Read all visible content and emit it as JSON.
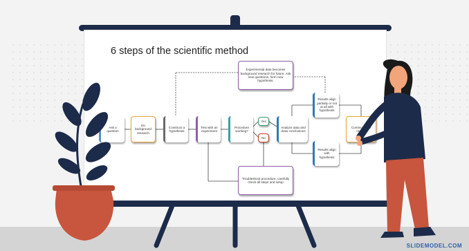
{
  "slide": {
    "title": "6 steps of the scientific method",
    "credit": "SLIDEMODEL.COM"
  },
  "flowchart": {
    "ask": "Ask a question",
    "research": "Do background research",
    "hypothesis": "Construct a hypothesis",
    "test": "Test with an experiment",
    "procedure": "Procedure working?",
    "yes": "Yes",
    "no": "No",
    "analyze": "Analyze data and draw conclusions",
    "partial": "Results align partially or not at all with hypothesis",
    "align": "Results align with hypothesis",
    "communicate": "Communicate results",
    "feedback": "Experimental data becomes background research for future. Ask new questions, form new hypothesis.",
    "troubleshoot": "Troubleshoot procedure, carefully check all steps and setup"
  },
  "colors": {
    "navy": "#1d2b4a",
    "terracotta": "#c8553d",
    "accent_blue": "#5b8fc9",
    "accent_orange": "#e8a33a",
    "accent_purple": "#8e5fa8",
    "accent_green": "#3a9a6a",
    "accent_red": "#c0392b"
  }
}
